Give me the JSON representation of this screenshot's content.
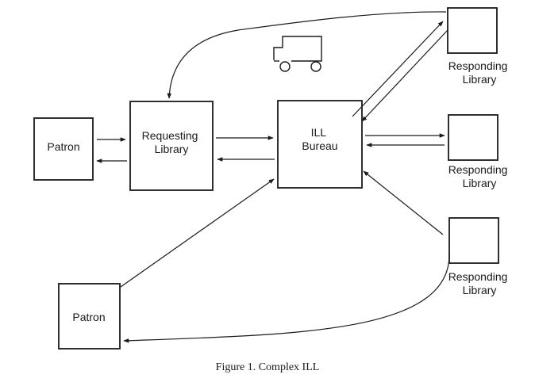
{
  "nodes": {
    "patron_top": {
      "label": [
        "Patron"
      ]
    },
    "requesting_library": {
      "label": [
        "Requesting",
        "Library"
      ]
    },
    "ill_bureau": {
      "label": [
        "ILL",
        "Bureau"
      ]
    },
    "responding_library_1": {
      "label": [
        "Responding",
        "Library"
      ]
    },
    "responding_library_2": {
      "label": [
        "Responding",
        "Library"
      ]
    },
    "responding_library_3": {
      "label": [
        "Responding",
        "Library"
      ]
    },
    "patron_bottom": {
      "label": [
        "Patron"
      ]
    }
  },
  "icons": {
    "truck": "delivery-truck-icon"
  },
  "caption": "Figure 1.  Complex ILL"
}
